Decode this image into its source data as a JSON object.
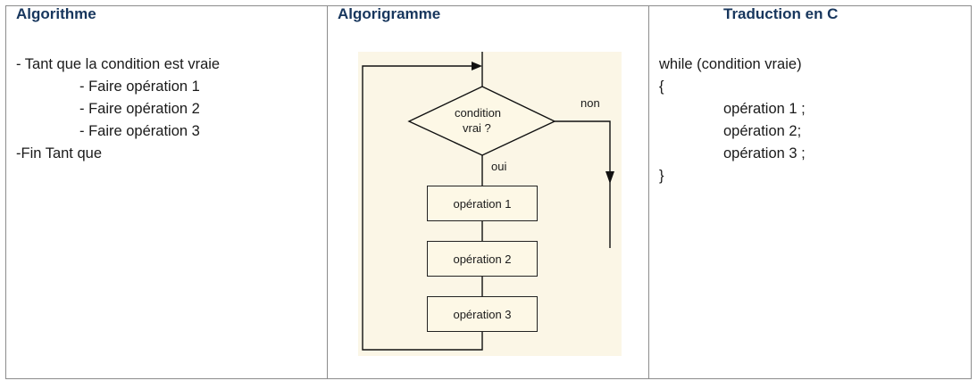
{
  "columns": {
    "algorithme": {
      "header": "Algorithme",
      "lines": [
        "- Tant que la condition est vraie",
        "- Faire opération 1",
        "- Faire opération 2",
        "- Faire opération 3",
        "-Fin Tant que"
      ]
    },
    "algorigramme": {
      "header": "Algorigramme",
      "decision": {
        "line1": "condition",
        "line2": "vrai ?"
      },
      "no_label": "non",
      "yes_label": "oui",
      "operations": [
        "opération 1",
        "opération 2",
        "opération 3"
      ]
    },
    "traduction": {
      "header": "Traduction en C",
      "lines": [
        "while (condition vraie)",
        "{",
        "opération 1 ;",
        "opération 2;",
        "opération 3 ;",
        "}"
      ]
    }
  },
  "colors": {
    "header": "#17365d",
    "border": "#8c8c8c",
    "diagram_bg": "#fbf6e6"
  }
}
